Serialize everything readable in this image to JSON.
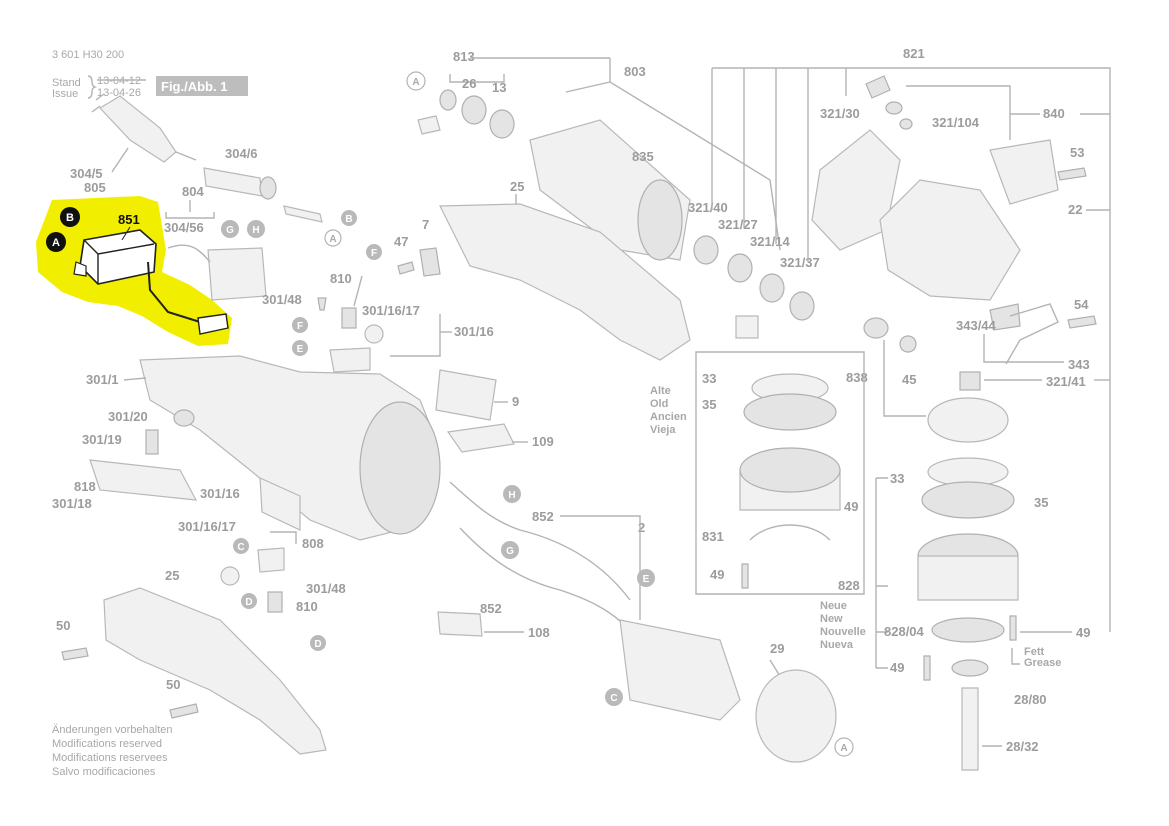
{
  "header": {
    "doc_number": "3 601 H30 200",
    "stand_label": "Stand",
    "issue_label": "Issue",
    "stand_date": "13-04-12",
    "issue_date": "13-04-26",
    "figure_label": "Fig./Abb. 1"
  },
  "highlight": {
    "color": "#f2ee00",
    "part_label": "851",
    "marker_a": "A",
    "marker_b": "B"
  },
  "labels": {
    "l813": "813",
    "l803": "803",
    "l821": "821",
    "l26": "26",
    "l13": "13",
    "l321_30": "321/30",
    "l321_104": "321/104",
    "l840": "840",
    "l304_5": "304/5",
    "l805": "805",
    "l304_6": "304/6",
    "l835": "835",
    "l25a": "25",
    "l53": "53",
    "l22": "22",
    "l804": "804",
    "l304_56": "304/56",
    "l321_40": "321/40",
    "l321_27": "321/27",
    "l321_14": "321/14",
    "l321_37": "321/37",
    "l7": "7",
    "l47": "47",
    "l810a": "810",
    "l301_48a": "301/48",
    "l301_16_17a": "301/16/17",
    "l301_16a": "301/16",
    "l54": "54",
    "l343_44": "343/44",
    "l343": "343",
    "l838": "838",
    "l45": "45",
    "l321_41": "321/41",
    "l301_1": "301/1",
    "l9": "9",
    "l33a": "33",
    "l35a": "35",
    "l301_20": "301/20",
    "l301_19": "301/19",
    "l109": "109",
    "l818": "818",
    "l301_18": "301/18",
    "l49a": "49",
    "l33b": "33",
    "l35b": "35",
    "l301_16b": "301/16",
    "l852a": "852",
    "l2": "2",
    "l301_16_17b": "301/16/17",
    "l808": "808",
    "l831": "831",
    "l49b": "49",
    "l301_48b": "301/48",
    "l810b": "810",
    "l828": "828",
    "l25b": "25",
    "l852b": "852",
    "l108": "108",
    "l50a": "50",
    "l828_04": "828/04",
    "l49c": "49",
    "l29": "29",
    "l49d": "49",
    "l50b": "50",
    "l28_80": "28/80",
    "l28_32": "28/32"
  },
  "lang_old": [
    "Alte",
    "Old",
    "Ancien",
    "Vieja"
  ],
  "lang_new": [
    "Neue",
    "New",
    "Nouvelle",
    "Nueva"
  ],
  "grease": [
    "Fett",
    "Grease"
  ],
  "footer_lines": [
    "Änderungen vorbehalten",
    "Modifications reserved",
    "Modifications reservees",
    "Salvo modificaciones"
  ],
  "markers": {
    "A": "A",
    "B": "B",
    "C": "C",
    "D": "D",
    "E": "E",
    "F": "F",
    "G": "G",
    "H": "H"
  }
}
